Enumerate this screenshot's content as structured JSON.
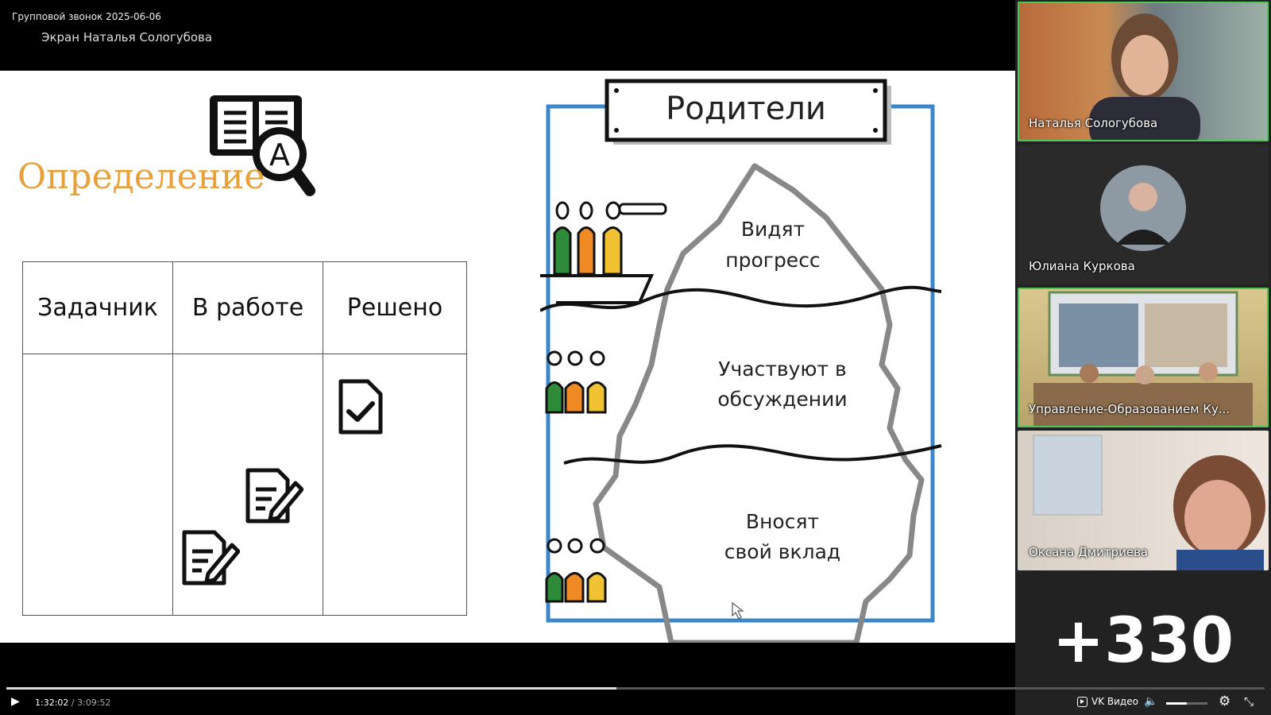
{
  "call": {
    "title": "Групповой звонок 2025-06-06",
    "screen_owner": "Экран Наталья Сологубова"
  },
  "slide": {
    "definition_label": "Определение",
    "book_icon_letter": "A",
    "kanban": {
      "columns": [
        "Задачник",
        "В работе",
        "Решено"
      ]
    },
    "iceberg": {
      "banner": "Родители",
      "levels": [
        {
          "line1": "Видят",
          "line2": "прогресс"
        },
        {
          "line1": "Участвуют в",
          "line2": "обсуждении"
        },
        {
          "line1": "Вносят",
          "line2": "свой вклад"
        }
      ]
    }
  },
  "participants": [
    {
      "name": "Наталья Сологубова",
      "active": true
    },
    {
      "name": "Юлиана Куркова",
      "active": false
    },
    {
      "name": "Управление-Образованием Ку...",
      "active": true
    },
    {
      "name": "Оксана Дмитриева",
      "active": false
    }
  ],
  "more_participants": "+330",
  "player": {
    "current_time": "1:32:02",
    "separator": " / ",
    "duration": "3:09:52",
    "progress": 0.485,
    "brand": "VK Видео",
    "volume": 0.5
  },
  "colors": {
    "accent_orange": "#e8a13a",
    "frame_blue": "#3a86c8",
    "active_green": "#4cc85a"
  }
}
